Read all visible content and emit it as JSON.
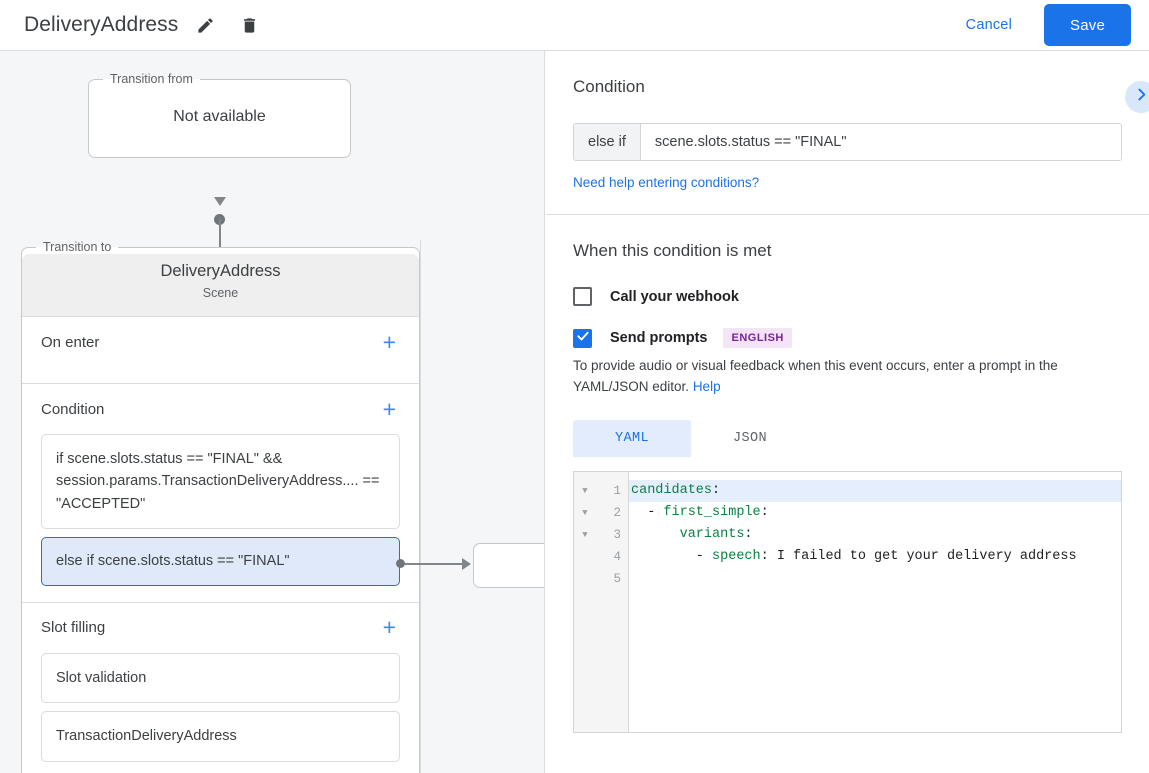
{
  "appbar": {
    "title": "DeliveryAddress",
    "edit_icon": "pencil-icon",
    "delete_icon": "trash-icon",
    "cancel_label": "Cancel",
    "save_label": "Save",
    "save_color": "#1a73e8"
  },
  "canvas": {
    "from_node": {
      "legend": "Transition from",
      "value": "Not available"
    },
    "to_node": {
      "legend": "Transition to",
      "title": "DeliveryAddress",
      "subtitle": "Scene"
    },
    "sections": [
      {
        "title": "On enter",
        "add_icon": "plus-icon",
        "items": []
      },
      {
        "title": "Condition",
        "add_icon": "plus-icon",
        "items": [
          {
            "text": "if scene.slots.status == \"FINAL\" && session.params.TransactionDeliveryAddress.... == \"ACCEPTED\"",
            "selected": false
          },
          {
            "text": "else if scene.slots.status == \"FINAL\"",
            "selected": true
          }
        ]
      },
      {
        "title": "Slot filling",
        "add_icon": "plus-icon",
        "items": [
          {
            "text": "Slot validation",
            "selected": false
          },
          {
            "text": "TransactionDeliveryAddress",
            "selected": false
          }
        ]
      }
    ]
  },
  "right_panel": {
    "condition": {
      "title": "Condition",
      "prefix": "else if",
      "value": "scene.slots.status == \"FINAL\"",
      "placeholder": "",
      "help_link": "Need help entering conditions?",
      "expand_icon": "chevron-right-icon"
    },
    "when_met": {
      "title": "When this condition is met",
      "webhook": {
        "label": "Call your webhook",
        "checked": false
      },
      "prompts": {
        "label": "Send prompts",
        "badge": "ENGLISH",
        "badge_color": "#7b1fa2",
        "badge_bg": "#f3e5f5",
        "checked": true
      },
      "description": "To provide audio or visual feedback when this event occurs, enter a prompt in the YAML/JSON editor.",
      "help_label": "Help",
      "tabs": [
        {
          "label": "YAML",
          "active": true
        },
        {
          "label": "JSON",
          "active": false
        }
      ],
      "editor": {
        "lines": [
          {
            "n": "1",
            "fold": true,
            "indent": "",
            "key": "candidates",
            "colon": ":",
            "value": ""
          },
          {
            "n": "2",
            "fold": true,
            "indent": "  - ",
            "key": "first_simple",
            "colon": ":",
            "value": ""
          },
          {
            "n": "3",
            "fold": true,
            "indent": "      ",
            "key": "variants",
            "colon": ":",
            "value": ""
          },
          {
            "n": "4",
            "fold": false,
            "indent": "        - ",
            "key": "speech",
            "colon": ":",
            "value": " I failed to get your delivery address"
          },
          {
            "n": "5",
            "fold": false,
            "indent": "",
            "key": "",
            "colon": "",
            "value": ""
          }
        ]
      }
    }
  }
}
